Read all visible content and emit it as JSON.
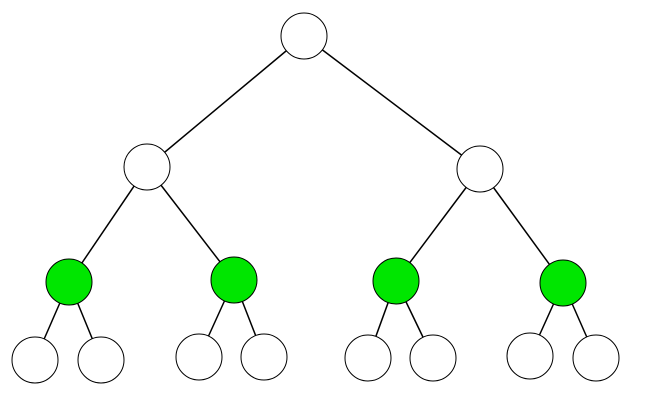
{
  "diagram": {
    "type": "binary-tree",
    "depth": 4,
    "colors": {
      "default_fill": "#ffffff",
      "highlight_fill": "#00e600",
      "stroke": "#000000"
    },
    "nodes": [
      {
        "id": "n0",
        "level": 0,
        "highlighted": false
      },
      {
        "id": "n1",
        "level": 1,
        "highlighted": false
      },
      {
        "id": "n2",
        "level": 1,
        "highlighted": false
      },
      {
        "id": "n3",
        "level": 2,
        "highlighted": true
      },
      {
        "id": "n4",
        "level": 2,
        "highlighted": true
      },
      {
        "id": "n5",
        "level": 2,
        "highlighted": true
      },
      {
        "id": "n6",
        "level": 2,
        "highlighted": true
      },
      {
        "id": "n7",
        "level": 3,
        "highlighted": false
      },
      {
        "id": "n8",
        "level": 3,
        "highlighted": false
      },
      {
        "id": "n9",
        "level": 3,
        "highlighted": false
      },
      {
        "id": "n10",
        "level": 3,
        "highlighted": false
      },
      {
        "id": "n11",
        "level": 3,
        "highlighted": false
      },
      {
        "id": "n12",
        "level": 3,
        "highlighted": false
      },
      {
        "id": "n13",
        "level": 3,
        "highlighted": false
      },
      {
        "id": "n14",
        "level": 3,
        "highlighted": false
      }
    ],
    "edges": [
      [
        "n0",
        "n1"
      ],
      [
        "n0",
        "n2"
      ],
      [
        "n1",
        "n3"
      ],
      [
        "n1",
        "n4"
      ],
      [
        "n2",
        "n5"
      ],
      [
        "n2",
        "n6"
      ],
      [
        "n3",
        "n7"
      ],
      [
        "n3",
        "n8"
      ],
      [
        "n4",
        "n9"
      ],
      [
        "n4",
        "n10"
      ],
      [
        "n5",
        "n11"
      ],
      [
        "n5",
        "n12"
      ],
      [
        "n6",
        "n13"
      ],
      [
        "n6",
        "n14"
      ]
    ]
  }
}
